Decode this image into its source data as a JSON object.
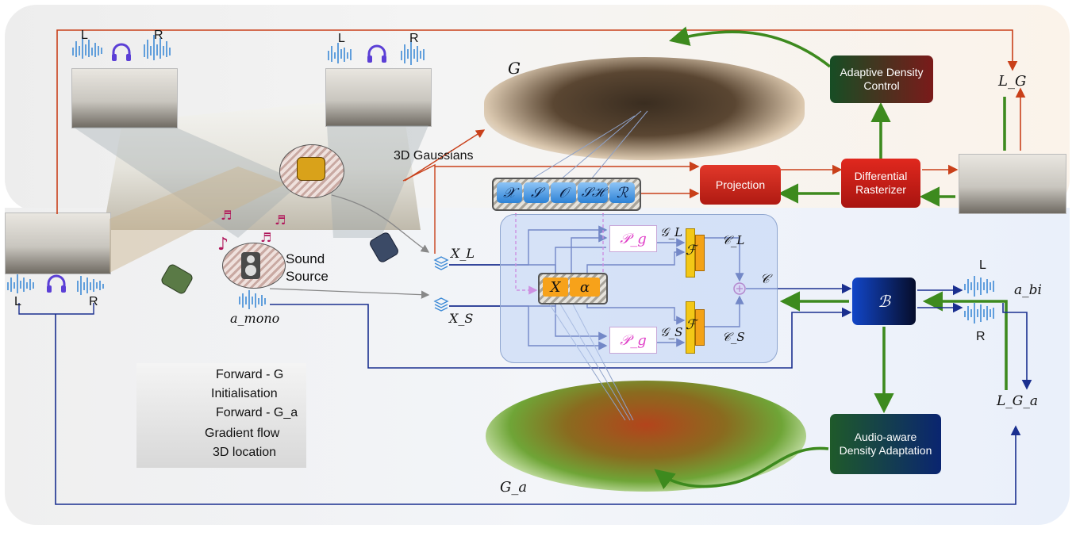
{
  "colors": {
    "forward_g": "#c9401a",
    "initialisation": "#e040c8",
    "forward_ga": "#1a2f8f",
    "gradient": "#3d8a1e",
    "projection": "#d82a1a",
    "rasterizer": "#c41a16",
    "density_control_from": "#174d24",
    "density_control_to": "#7a1a1a",
    "audio_adapt_from": "#1f5a2a",
    "audio_adapt_to": "#0a2570",
    "binaural_from": "#1246c8",
    "binaural_to": "#060d2a",
    "param_chip": "#4aa0e6",
    "x_alpha": "#f7a21a",
    "f_bar": "#f3c817",
    "headphones": "#5b3fd6"
  },
  "channel_labels": {
    "left": "L",
    "right": "R"
  },
  "scene": {
    "gaussians_label": "3D Gaussians",
    "sound_source_label": "Sound\nSource",
    "mono_audio_label": "a_mono",
    "G_label": "G",
    "Ga_label": "G_a",
    "LG_label": "L_G",
    "LGa_label": "L_G_a"
  },
  "param_chips": [
    "𝒳",
    "𝒮",
    "𝒪",
    "𝒮ℋ",
    "ℛ"
  ],
  "blocks": {
    "projection": "Projection",
    "rasterizer": "Differential\nRasterizer",
    "density_control": "Adaptive Density\nControl",
    "audio_density": "Audio-aware\nDensity Adaptation",
    "binaural": "ℬ"
  },
  "audio_module": {
    "XL": "X_L",
    "XS": "X_S",
    "X": "X",
    "alpha": "α",
    "pg": "𝒫_g",
    "GL": "𝒢_L",
    "GS": "𝒢_S",
    "F": "ℱ",
    "CL": "𝒞_L",
    "CS": "𝒞_S",
    "C": "𝒞",
    "a_bi": "a_bi"
  },
  "legend": [
    {
      "label": "Forward - G",
      "style": "forward_g"
    },
    {
      "label": "Initialisation",
      "style": "initialisation"
    },
    {
      "label": "Forward - G_a",
      "style": "forward_ga"
    },
    {
      "label": "Gradient flow",
      "style": "gradient"
    },
    {
      "label": "3D location",
      "style": "location-icon"
    }
  ]
}
